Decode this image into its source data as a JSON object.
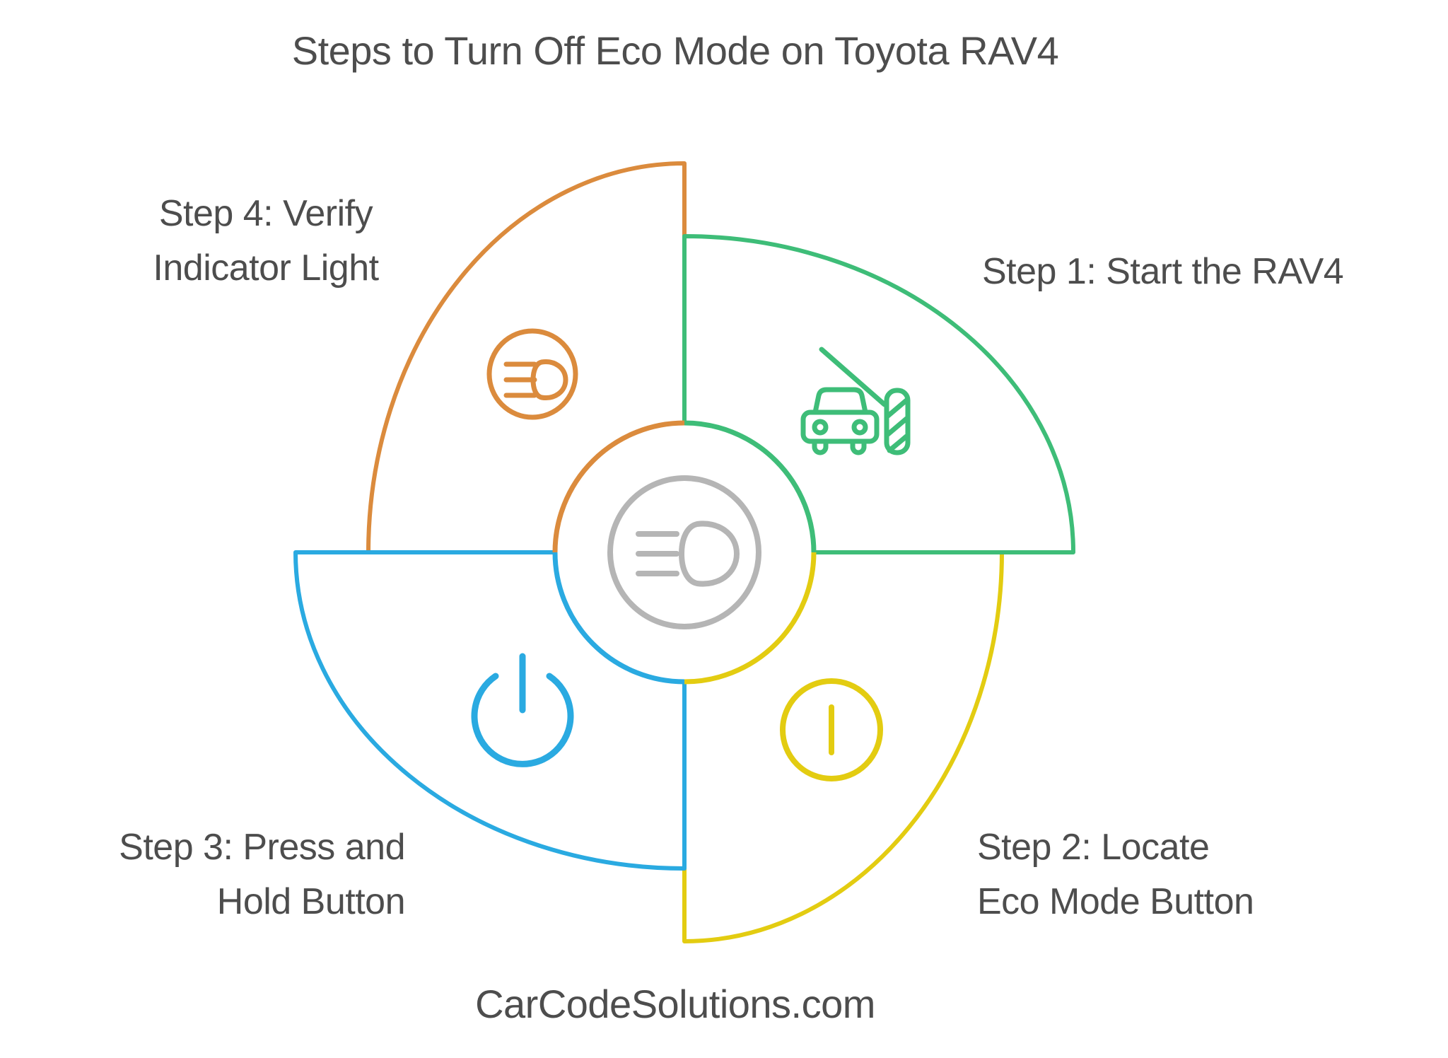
{
  "title": "Steps to Turn Off Eco Mode on Toyota RAV4",
  "footer": "CarCodeSolutions.com",
  "colors": {
    "step1_green": "#3ebd78",
    "step2_yellow": "#e3cc11",
    "step3_blue": "#2aaae1",
    "step4_orange": "#db8b3d",
    "ring_gray": "#b5b5b5",
    "text": "#4d4d4d"
  },
  "steps": [
    {
      "name": "Step 1",
      "line1": "Step 1: Start the RAV4",
      "line2": "",
      "color": "#3ebd78",
      "icon": "car-at-gate-icon",
      "position": "top-right"
    },
    {
      "name": "Step 2",
      "line1": "Step 2: Locate",
      "line2": "Eco Mode Button",
      "color": "#e3cc11",
      "icon": "on-button-icon",
      "position": "bottom-right"
    },
    {
      "name": "Step 3",
      "line1": "Step 3: Press and",
      "line2": "Hold Button",
      "color": "#2aaae1",
      "icon": "power-icon",
      "position": "bottom-left"
    },
    {
      "name": "Step 4",
      "line1": "Step 4: Verify",
      "line2": "Indicator Light",
      "color": "#db8b3d",
      "icon": "headlight-icon",
      "position": "top-left"
    }
  ],
  "center": {
    "icon": "headlight-icon"
  }
}
